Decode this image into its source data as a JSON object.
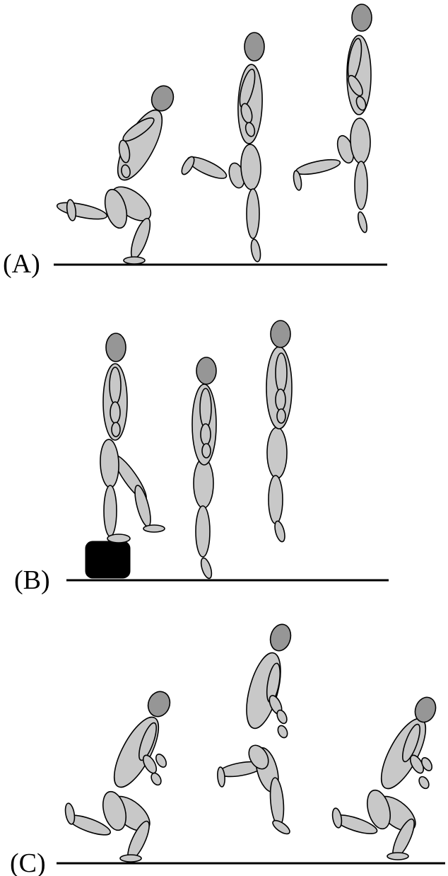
{
  "panels": [
    {
      "id": "A",
      "label": "(A)"
    },
    {
      "id": "B",
      "label": "(B)"
    },
    {
      "id": "C",
      "label": "(C)"
    }
  ],
  "colors": {
    "body_fill": "#c8c8c8",
    "head_fill": "#969696",
    "outline": "#000000",
    "ground": "#000000",
    "box": "#000000"
  }
}
